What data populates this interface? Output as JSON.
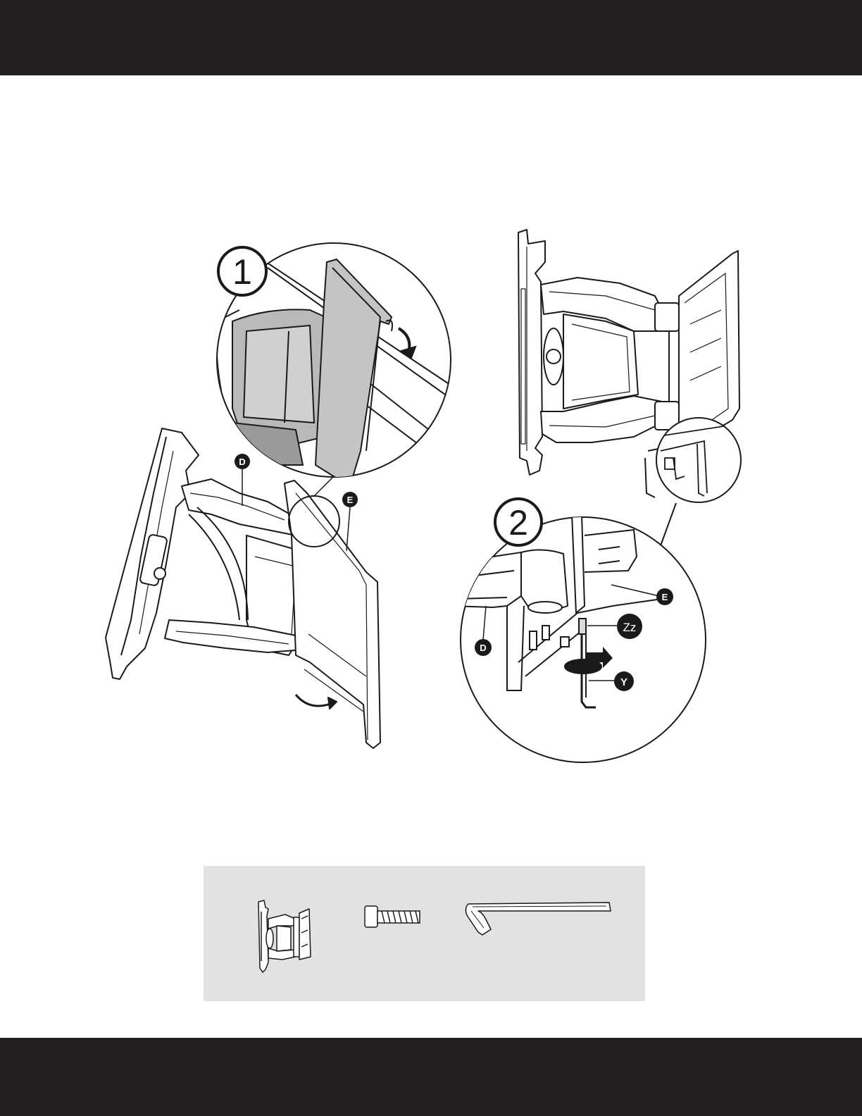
{
  "steps": [
    {
      "number": "1"
    },
    {
      "number": "2"
    }
  ],
  "callouts": {
    "d": "D",
    "e": "E",
    "zz": "Zz",
    "y": "Y"
  },
  "colors": {
    "band": "#231f20",
    "panel": "#e2e2e2",
    "line": "#1a1a1a"
  },
  "parts": [
    {
      "icon": "wall-mount-bracket-icon"
    },
    {
      "icon": "bolt-icon"
    },
    {
      "icon": "hex-key-icon"
    }
  ]
}
